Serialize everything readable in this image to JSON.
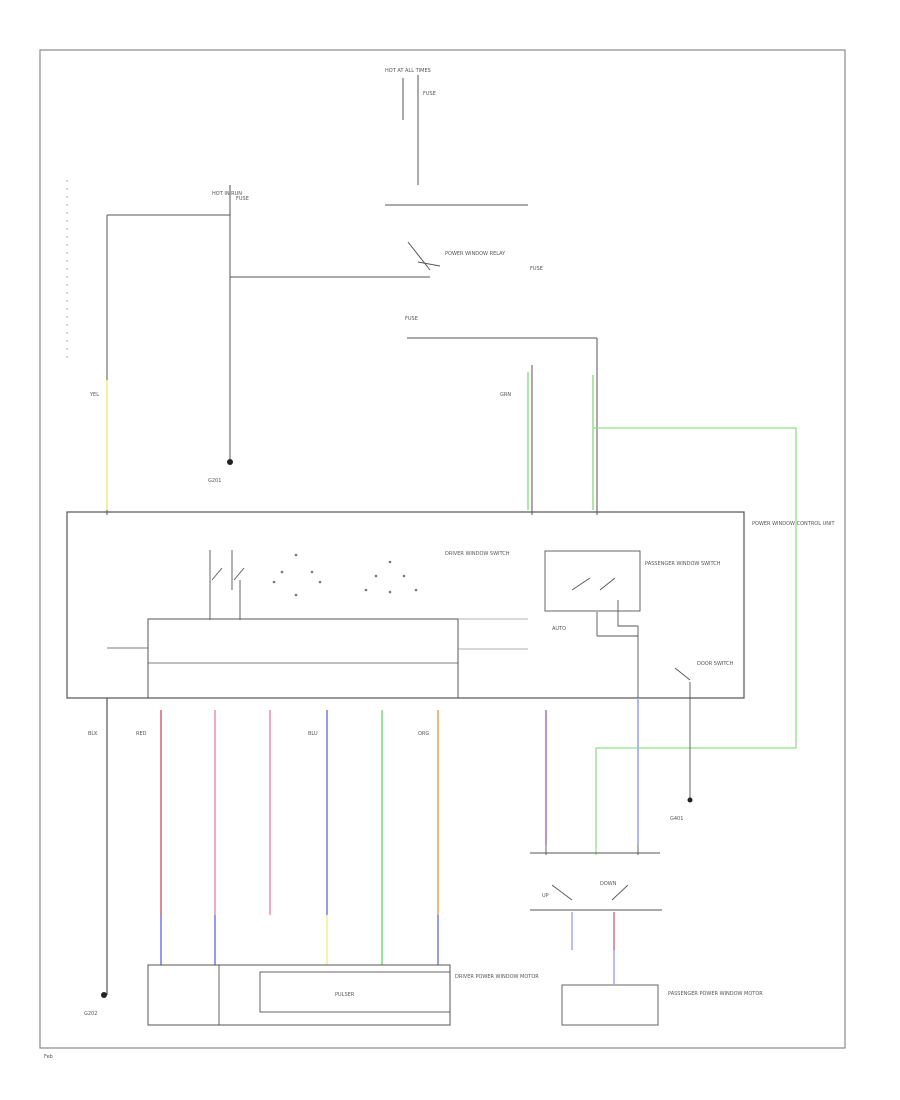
{
  "diagram": {
    "title": "",
    "colors": {
      "frame": "#8a8a8a",
      "wire_black": "#333333",
      "wire_red": "#e07a8a",
      "wire_pink": "#f2a0b8",
      "wire_blue": "#8a8ff0",
      "wire_green": "#90e08a",
      "wire_orange": "#f0b070",
      "wire_purple": "#b08ad0",
      "wire_yellow": "#f5f0a0",
      "wire_lightblue": "#a0b0f8"
    },
    "labels": {
      "hot_all_times": "HOT AT ALL TIMES",
      "hot_in_run": "HOT IN RUN",
      "fuse_1": "FUSE",
      "fuse_2": "FUSE",
      "fuse_3": "FUSE",
      "fuse_4": "FUSE",
      "power_relay": "POWER WINDOW RELAY",
      "power_window_unit": "POWER WINDOW CONTROL UNIT",
      "driver_window_switch": "DRIVER WINDOW SWITCH",
      "passenger_window_switch": "PASSENGER WINDOW SWITCH",
      "driver_motor": "DRIVER POWER WINDOW MOTOR",
      "passenger_motor": "PASSENGER POWER WINDOW MOTOR",
      "door_switch": "DOOR SWITCH",
      "pulser": "PULSER",
      "up": "UP",
      "down": "DOWN",
      "auto": "AUTO",
      "ground_1": "G201",
      "ground_2": "G202",
      "ground_3": "G401",
      "wire_blk": "BLK",
      "wire_yel": "YEL",
      "wire_grn": "GRN",
      "wire_red": "RED",
      "wire_blu": "BLU",
      "wire_org": "ORG",
      "footer": "Feb"
    }
  }
}
